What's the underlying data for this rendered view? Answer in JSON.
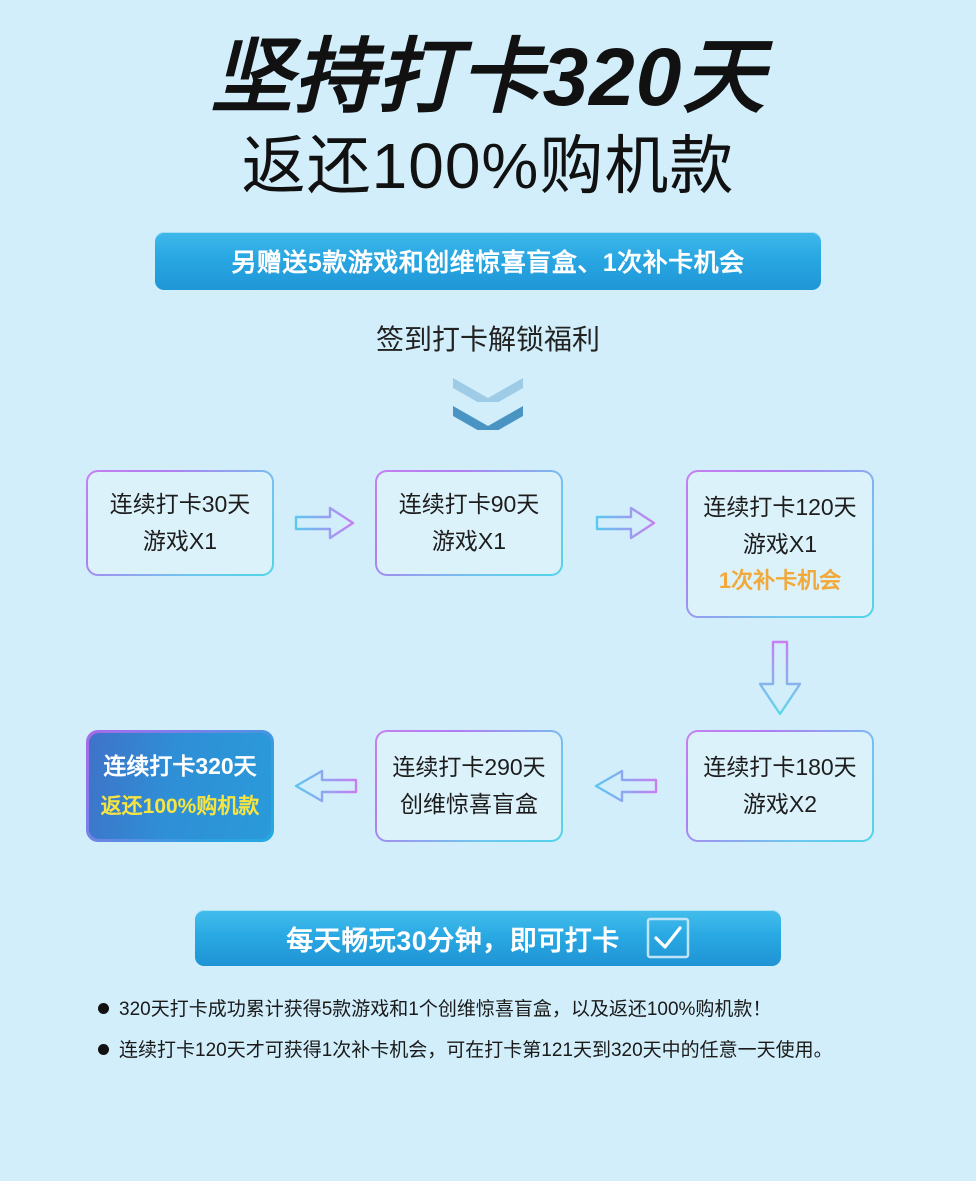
{
  "headline": {
    "main": "坚持打卡320天",
    "sub": "返还100%购机款"
  },
  "gift_banner": {
    "text": "另赠送5款游戏和创维惊喜盲盒、1次补卡机会"
  },
  "section_title": "签到打卡解锁福利",
  "flow": {
    "cards": [
      {
        "id": "card-30",
        "lines": [
          "连续打卡30天",
          "游戏X1"
        ]
      },
      {
        "id": "card-90",
        "lines": [
          "连续打卡90天",
          "游戏X1"
        ]
      },
      {
        "id": "card-120",
        "lines": [
          "连续打卡120天",
          "游戏X1"
        ],
        "accent": "1次补卡机会"
      },
      {
        "id": "card-180",
        "lines": [
          "连续打卡180天",
          "游戏X2"
        ]
      },
      {
        "id": "card-290",
        "lines": [
          "连续打卡290天",
          "创维惊喜盲盒"
        ]
      },
      {
        "id": "card-320",
        "lines": [
          "连续打卡320天"
        ],
        "accent": "返还100%购机款",
        "highlight": true
      }
    ],
    "arrows": [
      {
        "name": "arrow-30-to-90",
        "direction": "right"
      },
      {
        "name": "arrow-90-to-120",
        "direction": "right"
      },
      {
        "name": "arrow-120-to-180",
        "direction": "down"
      },
      {
        "name": "arrow-180-to-290",
        "direction": "left"
      },
      {
        "name": "arrow-290-to-320",
        "direction": "left"
      }
    ]
  },
  "cta": {
    "text": "每天畅玩30分钟，即可打卡",
    "icon": "checkbox-check-icon"
  },
  "notes": [
    "320天打卡成功累计获得5款游戏和1个创维惊喜盲盒，以及返还100%购机款！",
    "连续打卡120天才可获得1次补卡机会，可在打卡第121天到320天中的任意一天使用。"
  ],
  "colors": {
    "background": "#d2eefb",
    "banner_blue": "#29a9e3",
    "accent_orange": "#f0a93a",
    "accent_yellow": "#f5e442",
    "card_border_purple": "#c77ff0",
    "card_border_cyan": "#4fd5e8"
  }
}
